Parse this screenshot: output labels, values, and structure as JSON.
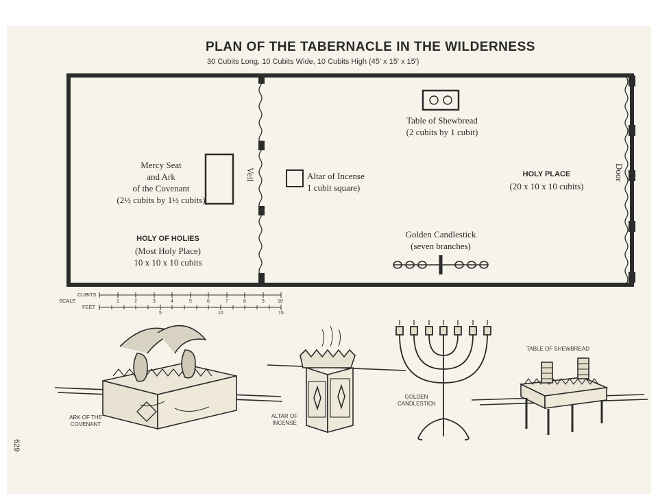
{
  "header": {
    "title": "PLAN OF THE TABERNACLE IN THE WILDERNESS",
    "subtitle": "30 Cubits Long, 10 Cubits Wide, 10 Cubits High (45′ x 15′ x 15′)"
  },
  "holy_of_holies": {
    "ark_lines": [
      "Mercy Seat",
      "and Ark",
      "of the Covenant",
      "(2½ cubits by 1½ cubits)"
    ],
    "name": "HOLY OF HOLIES",
    "alt_name": "(Most Holy Place)",
    "dimensions": "10 x 10 x 10 cubits"
  },
  "veil_label": "Veil",
  "door_label": "Door",
  "holy_place": {
    "table_name": "Table of Shewbread",
    "table_size": "(2 cubits by 1 cubit)",
    "altar_name": "Altar of Incense",
    "altar_size": "1 cubit square)",
    "name": "HOLY PLACE",
    "dimensions": "(20 x 10 x 10 cubits)",
    "candlestick_name": "Golden Candlestick",
    "candlestick_note": "(seven branches)"
  },
  "scale": {
    "label": "SCALE",
    "cubits_label": "CUBITS",
    "feet_label": "FEET",
    "cubit_ticks": [
      "1",
      "2",
      "3",
      "4",
      "5",
      "6",
      "7",
      "8",
      "9",
      "10"
    ],
    "feet_ticks": [
      "5",
      "10",
      "15"
    ]
  },
  "captions": {
    "ark": [
      "ARK OF THE",
      "COVENANT"
    ],
    "altar": [
      "ALTAR OF",
      "INCENSE"
    ],
    "candlestick": [
      "GOLDEN",
      "CANDLESTICK"
    ],
    "table": "TABLE OF SHEWBREAD"
  },
  "page_number": "629"
}
